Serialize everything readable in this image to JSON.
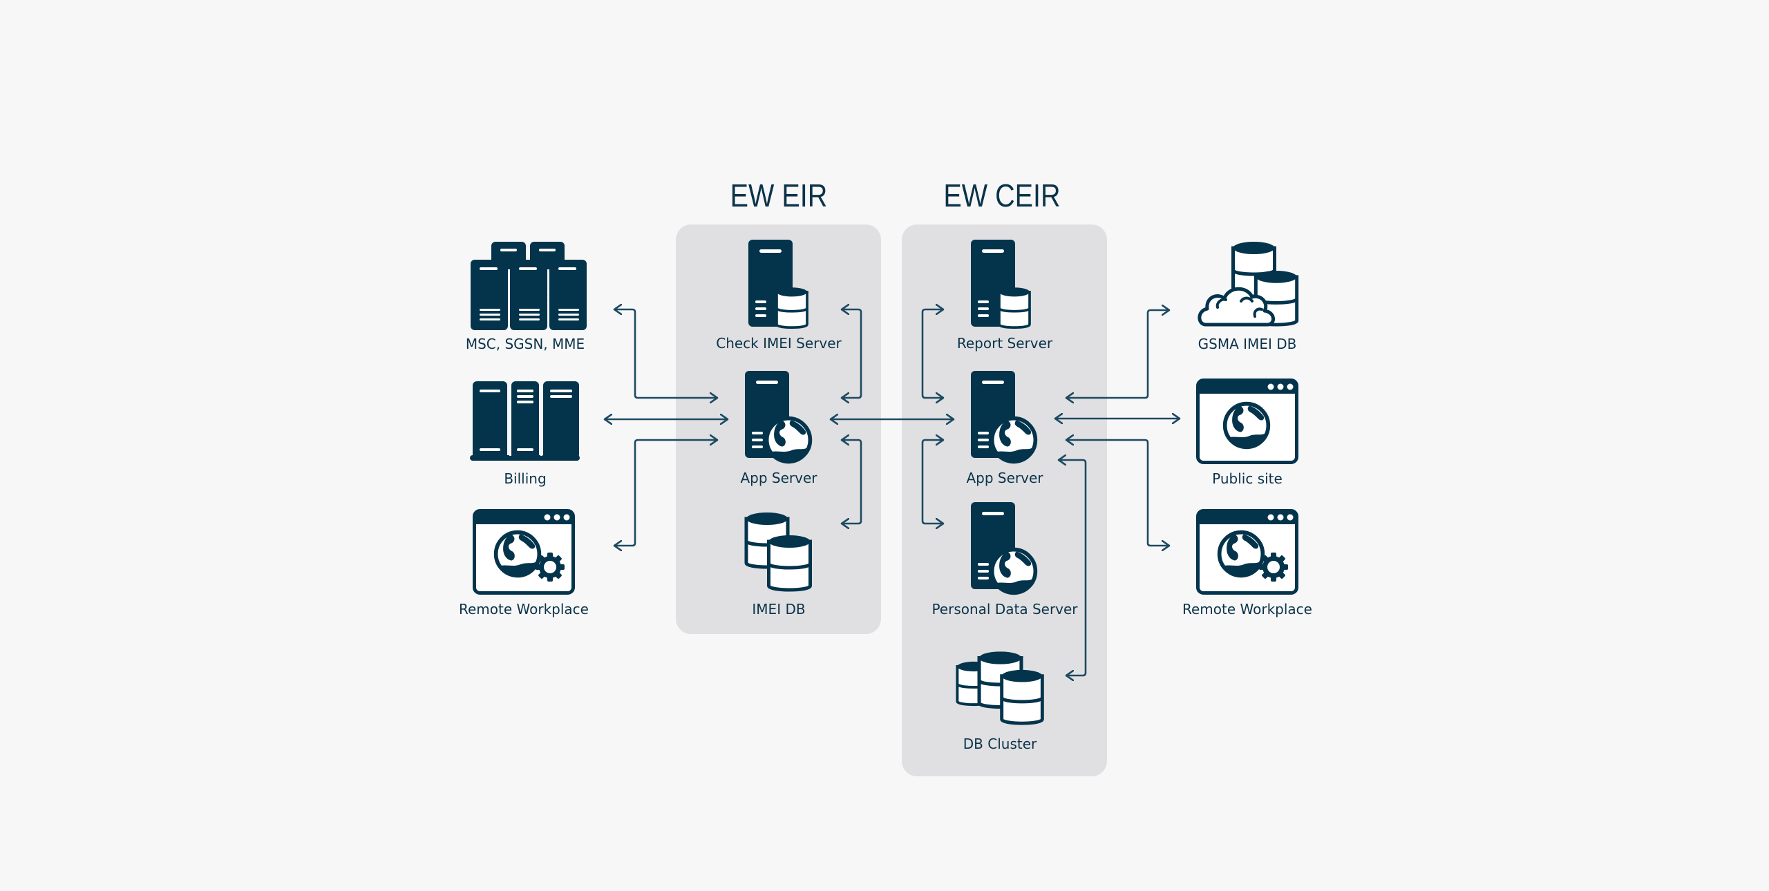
{
  "diagram": {
    "colors": {
      "background": "#f8f7f8",
      "panel": "#e0e0e2",
      "icon": "#03344c",
      "connector": "#1d4a61",
      "text": "#0b3349"
    },
    "groups": [
      {
        "id": "eir",
        "title": "EW EIR",
        "members": [
          "check-imei-server",
          "eir-app-server",
          "imei-db"
        ]
      },
      {
        "id": "ceir",
        "title": "EW CEIR",
        "members": [
          "report-server",
          "ceir-app-server",
          "personal-data-server",
          "db-cluster"
        ]
      }
    ],
    "nodes": {
      "msc": {
        "label": "MSC, SGSN, MME",
        "icon": "server-rack-cluster-icon"
      },
      "billing": {
        "label": "Billing",
        "icon": "server-cabinets-icon"
      },
      "remote_left": {
        "label": "Remote Workplace",
        "icon": "browser-globe-gear-icon"
      },
      "check_imei": {
        "label": "Check IMEI Server",
        "icon": "server-database-icon"
      },
      "eir_app": {
        "label": "App Server",
        "icon": "server-globe-icon"
      },
      "imei_db": {
        "label": "IMEI DB",
        "icon": "database-pair-icon"
      },
      "report": {
        "label": "Report Server",
        "icon": "server-database-icon"
      },
      "ceir_app": {
        "label": "App Server",
        "icon": "server-globe-icon"
      },
      "personal": {
        "label": "Personal Data Server",
        "icon": "server-globe-icon"
      },
      "db_cluster": {
        "label": "DB Cluster",
        "icon": "database-cluster-icon"
      },
      "gsma": {
        "label": "GSMA IMEI DB",
        "icon": "cloud-database-icon"
      },
      "public_site": {
        "label": "Public site",
        "icon": "browser-globe-icon"
      },
      "remote_right": {
        "label": "Remote Workplace",
        "icon": "browser-globe-gear-icon"
      }
    },
    "connections": [
      {
        "from": "eir_app",
        "to": "msc",
        "direction": "both"
      },
      {
        "from": "eir_app",
        "to": "billing",
        "direction": "both"
      },
      {
        "from": "eir_app",
        "to": "remote_left",
        "direction": "both"
      },
      {
        "from": "eir_app",
        "to": "check_imei",
        "direction": "both"
      },
      {
        "from": "eir_app",
        "to": "imei_db",
        "direction": "both"
      },
      {
        "from": "eir_app",
        "to": "ceir_app",
        "direction": "both"
      },
      {
        "from": "ceir_app",
        "to": "report",
        "direction": "both"
      },
      {
        "from": "ceir_app",
        "to": "personal",
        "direction": "both"
      },
      {
        "from": "ceir_app",
        "to": "db_cluster",
        "direction": "both"
      },
      {
        "from": "ceir_app",
        "to": "gsma",
        "direction": "both"
      },
      {
        "from": "ceir_app",
        "to": "public_site",
        "direction": "both"
      },
      {
        "from": "ceir_app",
        "to": "remote_right",
        "direction": "both"
      }
    ]
  }
}
